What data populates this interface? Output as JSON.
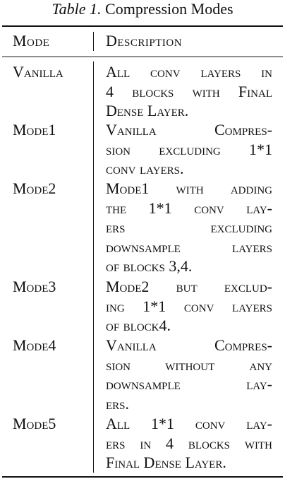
{
  "caption": {
    "label": "Table 1.",
    "title": "Compression Modes"
  },
  "headers": {
    "mode": "Mode",
    "description": "Description"
  },
  "rows": [
    {
      "mode": "Vanilla",
      "lines": [
        "All conv layers in",
        "4 blocks with Final",
        "Dense Layer."
      ]
    },
    {
      "mode": "Mode1",
      "lines": [
        "Vanilla Compres-",
        "sion excluding 1*1",
        "conv layers."
      ]
    },
    {
      "mode": "Mode2",
      "lines": [
        "Mode1 with adding",
        "the 1*1 conv lay-",
        "ers excluding",
        "downsample layers",
        "of blocks 3,4."
      ]
    },
    {
      "mode": "Mode3",
      "lines": [
        "Mode2 but exclud-",
        "ing 1*1 conv layers",
        "of block4."
      ]
    },
    {
      "mode": "Mode4",
      "lines": [
        "Vanilla Compres-",
        "sion without any",
        "downsample lay-",
        "ers."
      ]
    },
    {
      "mode": "Mode5",
      "lines": [
        "All 1*1 conv lay-",
        "ers in 4 blocks with",
        "Final Dense Layer."
      ]
    }
  ]
}
